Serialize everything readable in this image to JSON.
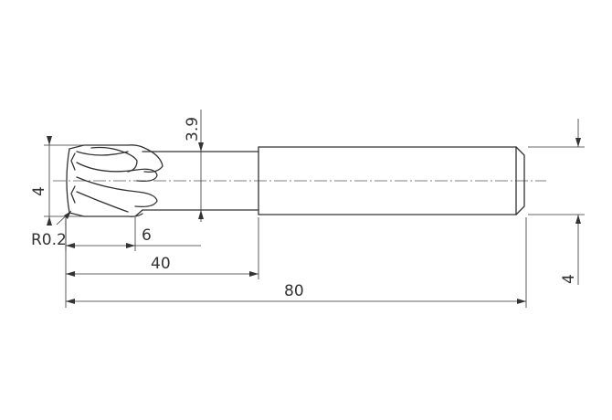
{
  "drawing": {
    "subject": "end-mill technical drawing",
    "line_color": "#333333",
    "background": "#ffffff",
    "dimensions": {
      "neck_diameter": "3.9",
      "cutter_diameter": "4",
      "corner_radius": "R0.2",
      "cutting_length": "6",
      "neck_length": "40",
      "overall_length": "80",
      "shank_diameter": "4"
    }
  }
}
